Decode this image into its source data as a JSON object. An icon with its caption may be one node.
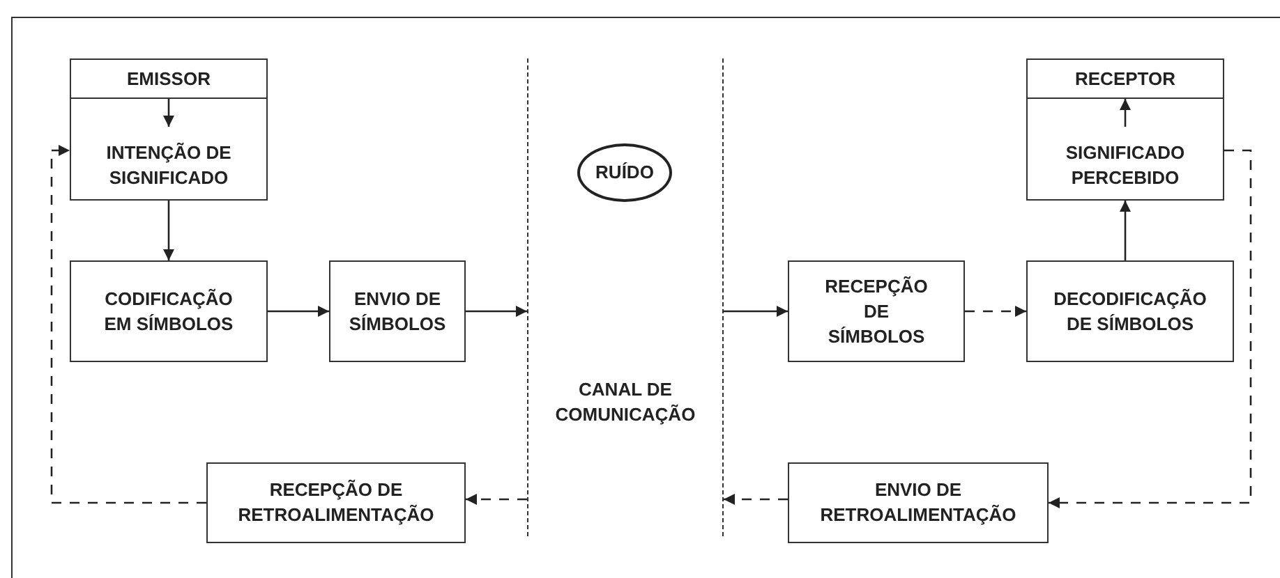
{
  "diagram": {
    "nodes": [
      {
        "text": [
          "EMISSOR"
        ]
      },
      {
        "text": [
          "INTENÇÃO DE SIGNIFICADO"
        ]
      },
      {
        "text": [
          "CODIFICAÇÃO EM SÍMBOLOS"
        ]
      },
      {
        "text": [
          "ENVIO DE SÍMBOLOS"
        ]
      },
      {
        "text": [
          "CANAL DE COMUNICAÇÃO"
        ]
      },
      {
        "text": [
          "RUÍDO"
        ],
        "in": 4
      },
      {
        "text": [
          "RECEPÇÃO DE SÍMBOLOS"
        ]
      },
      {
        "text": [
          "DECODIFICAÇÃO DE SÍMBOLOS"
        ]
      },
      {
        "text": [
          "RECEPTOR"
        ]
      },
      {
        "text": [
          "SIGNIFICADO PERCEBIDO"
        ]
      },
      {
        "text": [
          "RECEPÇÃO DE RETROALIMENTAÇÃO"
        ]
      },
      {
        "text": [
          "ENVIO DE RETROALIMENTAÇÃO"
        ]
      }
    ],
    "edges": [
      {
        "from": 0,
        "to": 1,
        "arrow": "to"
      },
      {
        "from": 1,
        "to": 2,
        "arrow": "to"
      },
      {
        "from": 2,
        "to": 3,
        "arrow": "to"
      },
      {
        "from": 3,
        "to": 4,
        "arrow": "to"
      },
      {
        "from": 4,
        "to": 6,
        "arrow": "to"
      },
      {
        "from": 6,
        "to": 7,
        "arrow": "to",
        "style": "dashed"
      },
      {
        "from": 7,
        "to": 9,
        "arrow": "to"
      },
      {
        "from": 9,
        "to": 8,
        "arrow": "to"
      },
      {
        "from": 9,
        "to": 11,
        "arrow": "to",
        "style": "dashed"
      },
      {
        "from": 11,
        "to": 4,
        "arrow": "to",
        "style": "dashed"
      },
      {
        "from": 4,
        "to": 10,
        "arrow": "to",
        "style": "dashed"
      },
      {
        "from": 10,
        "to": 1,
        "arrow": "to",
        "style": "dashed"
      }
    ]
  }
}
